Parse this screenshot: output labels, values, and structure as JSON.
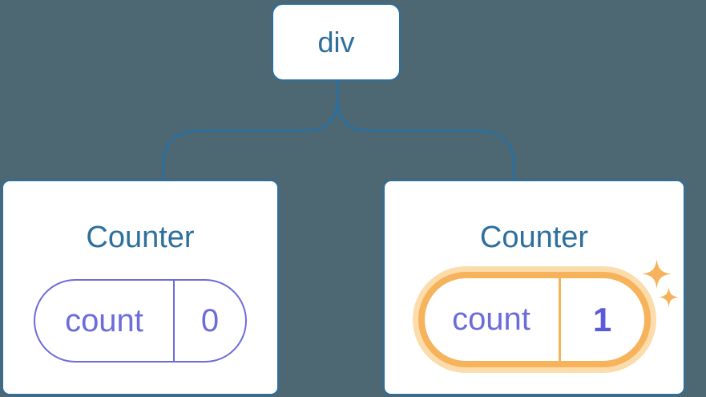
{
  "diagram": {
    "description": "Component tree: a div root with two Counter children; the second Counter's state pill is highlighted with sparkles",
    "root_node": {
      "label": "div"
    },
    "children": [
      {
        "title": "Counter",
        "state_key": "count",
        "state_value": "0",
        "highlighted": false
      },
      {
        "title": "Counter",
        "state_key": "count",
        "state_value": "1",
        "highlighted": true
      }
    ]
  },
  "icons": {
    "sparkle": "✦"
  },
  "colors": {
    "background": "#4d6773",
    "connector": "#2b6f9f",
    "node_border": "#2b6f9f",
    "node_text": "#2e6f9c",
    "card_background": "#ffffff",
    "state_purple": "#6c6cdb",
    "state_value_purple": "#5b5ad7",
    "highlight_orange": "#f6b35c",
    "highlight_glow": "#fcdcab"
  }
}
